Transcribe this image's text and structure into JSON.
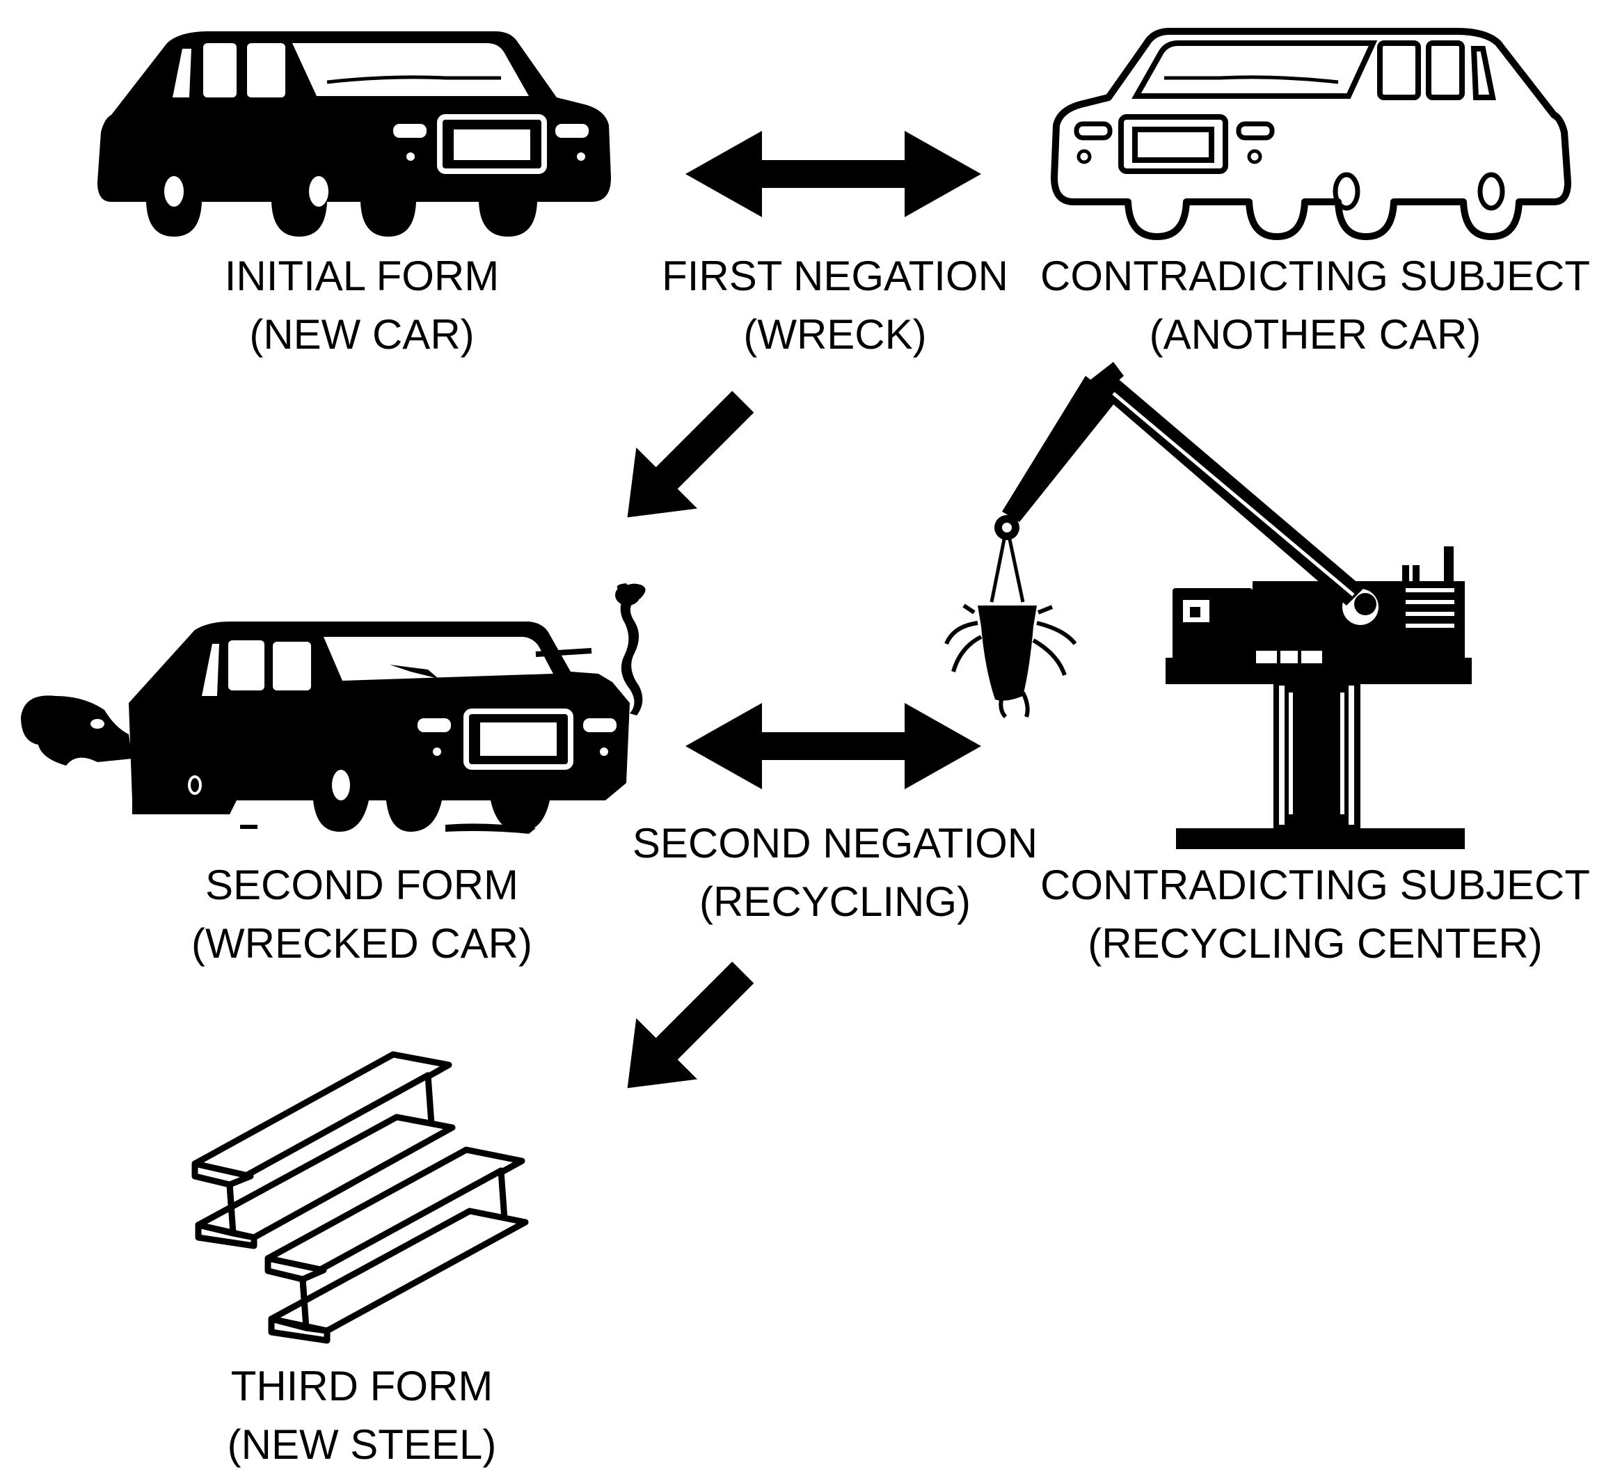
{
  "colors": {
    "ink": "#000000",
    "paper": "#ffffff"
  },
  "nodes": {
    "initial_form": {
      "line1": "INITIAL FORM",
      "line2": "(NEW CAR)",
      "icon": "car-icon"
    },
    "first_negation": {
      "line1": "FIRST NEGATION",
      "line2": "(WRECK)",
      "icon": "double-arrow-icon"
    },
    "contradicting_subject_1": {
      "line1": "CONTRADICTING SUBJECT",
      "line2": "(ANOTHER CAR)",
      "icon": "car-outline-icon"
    },
    "second_form": {
      "line1": "SECOND FORM",
      "line2": "(WRECKED CAR)",
      "icon": "wrecked-car-icon"
    },
    "second_negation": {
      "line1": "SECOND NEGATION",
      "line2": "(RECYCLING)",
      "icon": "double-arrow-icon"
    },
    "contradicting_subject_2": {
      "line1": "CONTRADICTING SUBJECT",
      "line2": "(RECYCLING CENTER)",
      "icon": "crane-icon"
    },
    "third_form": {
      "line1": "THIRD FORM",
      "line2": "(NEW STEEL)",
      "icon": "steel-beams-icon"
    }
  }
}
